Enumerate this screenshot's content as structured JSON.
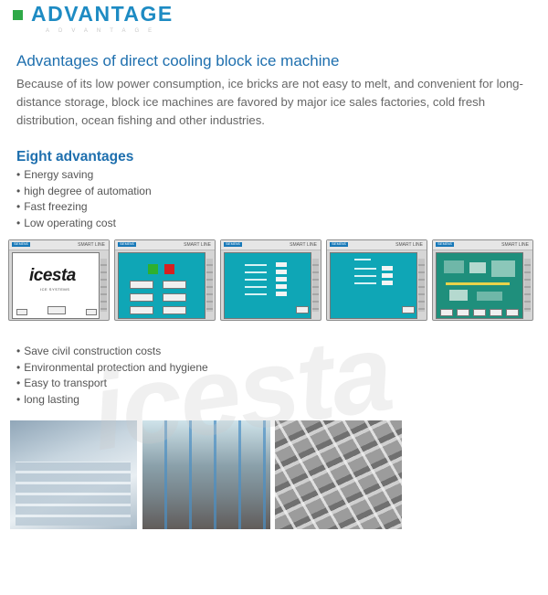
{
  "header": {
    "title": "ADVANTAGE",
    "subtitle": "ADVANTAGE"
  },
  "section": {
    "title": "Advantages of direct cooling block ice machine",
    "intro": "Because of its low power consumption, ice bricks are not easy to melt, and convenient for long-distance storage, block ice machines are favored by major ice sales factories, cold fresh distribution, ocean fishing and other industries."
  },
  "advantages": {
    "title": "Eight advantages",
    "group1": [
      "Energy saving",
      "high degree of automation",
      "Fast freezing",
      "Low operating cost"
    ],
    "group2": [
      "Save civil construction costs",
      "Environmental protection and hygiene",
      "Easy to transport",
      "long lasting"
    ]
  },
  "panels": {
    "brand": "SIEMENS",
    "line": "SMART LINE",
    "logo": "icesta",
    "logo_sub": "ICE SYSTEMS"
  },
  "watermark": "icesta",
  "colors": {
    "accent_green": "#2fa948",
    "heading_blue": "#1e8bc3",
    "title_blue": "#1e6fae",
    "hmi_blue": "#0fa6b6",
    "hmi_green": "#1f8f7c"
  }
}
